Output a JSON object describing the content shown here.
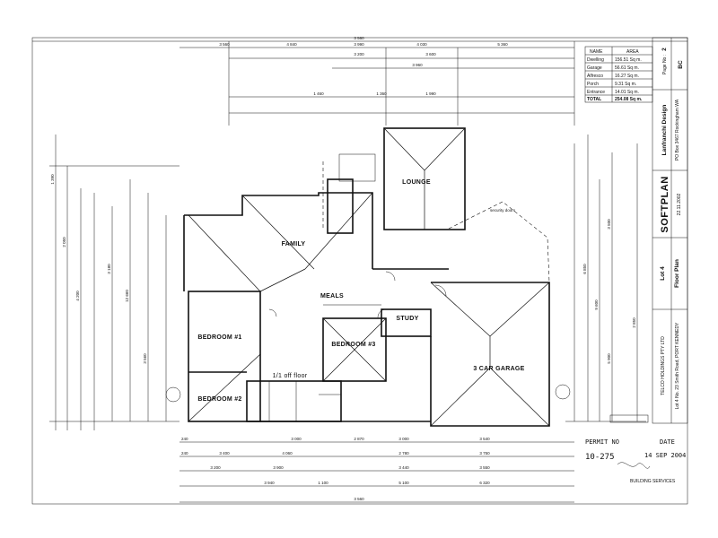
{
  "rooms": {
    "family": "FAMILY",
    "lounge": "LOUNGE",
    "meals": "MEALS",
    "study": "STUDY",
    "bedroom1": "BEDROOM #1",
    "bedroom2": "BEDROOM #2",
    "bedroom3": "BEDROOM #3",
    "garage": "3 CAR GARAGE",
    "kitchen_note": "1/1 off floor",
    "security_doors": "security doors"
  },
  "dimensions": {
    "top_overall": "3 560",
    "top_row1": [
      "3 560",
      "4 840",
      "3 990",
      "4 030",
      "5 360"
    ],
    "top_row2": [
      "3 200",
      "3 600"
    ],
    "top_row3": [
      "3 960"
    ],
    "top_row4": [
      "1 460",
      "1 360",
      "1 990"
    ],
    "bottom_row1": [
      "240",
      "3 000",
      "2 870",
      "3 000",
      "3 540"
    ],
    "bottom_row2": [
      "240",
      "3 400",
      "4 060",
      "2 780",
      "3 750"
    ],
    "bottom_row3": [
      "3 200",
      "3 900",
      "3 440",
      "3 550"
    ],
    "bottom_row4": [
      "3 940",
      "1 100",
      "5 100",
      "6 320"
    ],
    "bottom_overall": "3 560",
    "left": [
      "1 390",
      "2 050",
      "4 200",
      "3 180",
      "12 660",
      "3 560"
    ],
    "right": [
      "6 850",
      "9 600",
      "3 500",
      "5 900",
      "2 850"
    ]
  },
  "area_table": {
    "headers": [
      "NAME",
      "AREA"
    ],
    "rows": [
      [
        "Dwelling",
        "156.51 Sq m."
      ],
      [
        "Garage",
        "56.61 Sq m."
      ],
      [
        "Alfresco",
        "16.27 Sq m."
      ],
      [
        "Porch",
        "9.31 Sq m."
      ],
      [
        "Entrance",
        "14.01 Sq m."
      ],
      [
        "TOTAL",
        "254.08 Sq m."
      ]
    ]
  },
  "title_block": {
    "designer": "Lanfranchi Design",
    "designer_detail": "PO Box 3467 Rockingham WA",
    "brand": "SOFTPLAN",
    "page_label": "Page No :",
    "page_no": "2",
    "initials": "BC",
    "drawing_title": "Lot 4",
    "drawing_sub": "Floor Plan",
    "client": "TELCO HOLDINGS PTY LTD",
    "client_detail": "Lot 4 No. 23 Smith Road, PORT KENNEDY",
    "dates": "22.11.2002"
  },
  "stamp": {
    "permit_label": "PERMIT NO",
    "date_label": "DATE",
    "permit_no": "10-275",
    "date": "14 SEP 2004",
    "office": "BUILDING SERVICES"
  }
}
